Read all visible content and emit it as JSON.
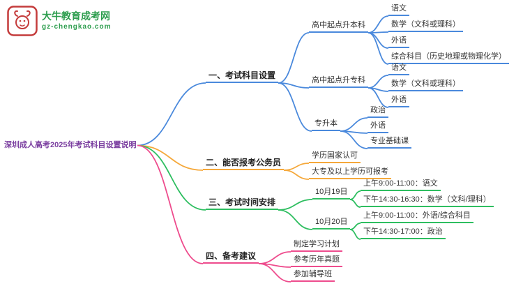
{
  "logo": {
    "site_name": "大牛教育成考网",
    "site_url": "gz-chengkao.com",
    "brand_color": "#2e9e4f",
    "icon_color": "#c43b3b",
    "icon": "bull-icon"
  },
  "root": {
    "label": "深圳成人高考2025年考试科目设置说明",
    "color": "#7b3fa0"
  },
  "branches": [
    {
      "label": "一、考试科目设置",
      "color": "#4a89dc",
      "children": [
        {
          "label": "高中起点升本科",
          "children": [
            {
              "label": "语文"
            },
            {
              "label": "数学（文科或理科）"
            },
            {
              "label": "外语"
            },
            {
              "label": "综合科目（历史地理或物理化学）"
            }
          ]
        },
        {
          "label": "高中起点升专科",
          "children": [
            {
              "label": "语文"
            },
            {
              "label": "数学（文科或理科）"
            },
            {
              "label": "外语"
            }
          ]
        },
        {
          "label": "专升本",
          "children": [
            {
              "label": "政治"
            },
            {
              "label": "外语"
            },
            {
              "label": "专业基础课"
            }
          ]
        }
      ]
    },
    {
      "label": "二、能否报考公务员",
      "color": "#f5a83a",
      "children": [
        {
          "label": "学历国家认可"
        },
        {
          "label": "大专及以上学历可报考"
        }
      ]
    },
    {
      "label": "三、考试时间安排",
      "color": "#2ebe60",
      "children": [
        {
          "label": "10月19日",
          "children": [
            {
              "label": "上午9:00-11:00：语文"
            },
            {
              "label": "下午14:30-16:30：数学（文科/理科）"
            }
          ]
        },
        {
          "label": "10月20日",
          "children": [
            {
              "label": "上午9:00-11:00：外语/综合科目"
            },
            {
              "label": "下午14:30-17:00：政治"
            }
          ]
        }
      ]
    },
    {
      "label": "四、备考建议",
      "color": "#ee4c8d",
      "children": [
        {
          "label": "制定学习计划"
        },
        {
          "label": "参考历年真题"
        },
        {
          "label": "参加辅导班"
        }
      ]
    }
  ]
}
